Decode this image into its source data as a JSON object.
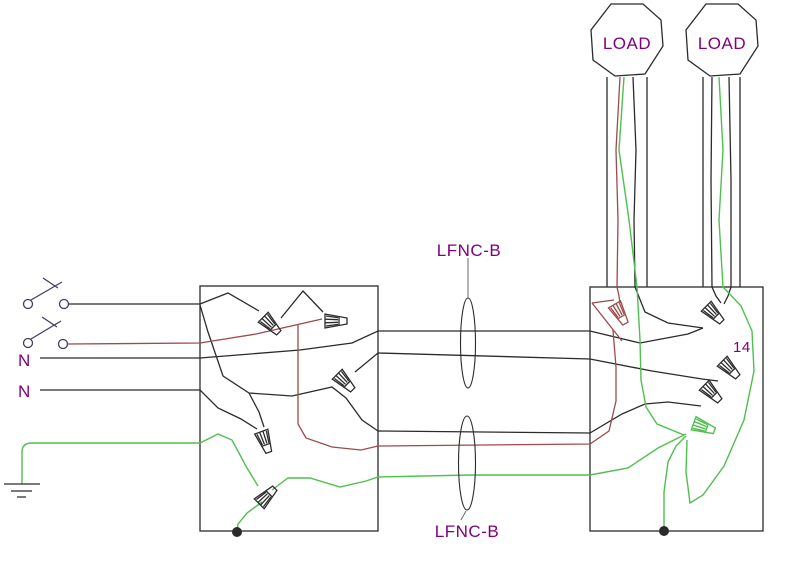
{
  "diagram": {
    "type": "electrical-wiring-diagram",
    "labels": {
      "load_left": "LOAD",
      "load_right": "LOAD",
      "conduit_top": "LFNC-B",
      "conduit_bottom": "LFNC-B",
      "neutral_1": "N",
      "neutral_2": "N",
      "wire_gauge": "14"
    },
    "colors": {
      "background": "#ffffff",
      "label_purple": "#80007d",
      "wire_black": "#2b2b2b",
      "wire_red": "#9c4a4a",
      "wire_green": "#4fbf4f",
      "switch_color": "#3f3f5f"
    },
    "components": {
      "loads": 2,
      "junction_boxes": 2,
      "conduits": 2,
      "switches": 2,
      "wire_nuts_left_box": 5,
      "wire_nuts_right_box": 5,
      "ground_symbols": 1,
      "bonding_dots": 2
    }
  }
}
